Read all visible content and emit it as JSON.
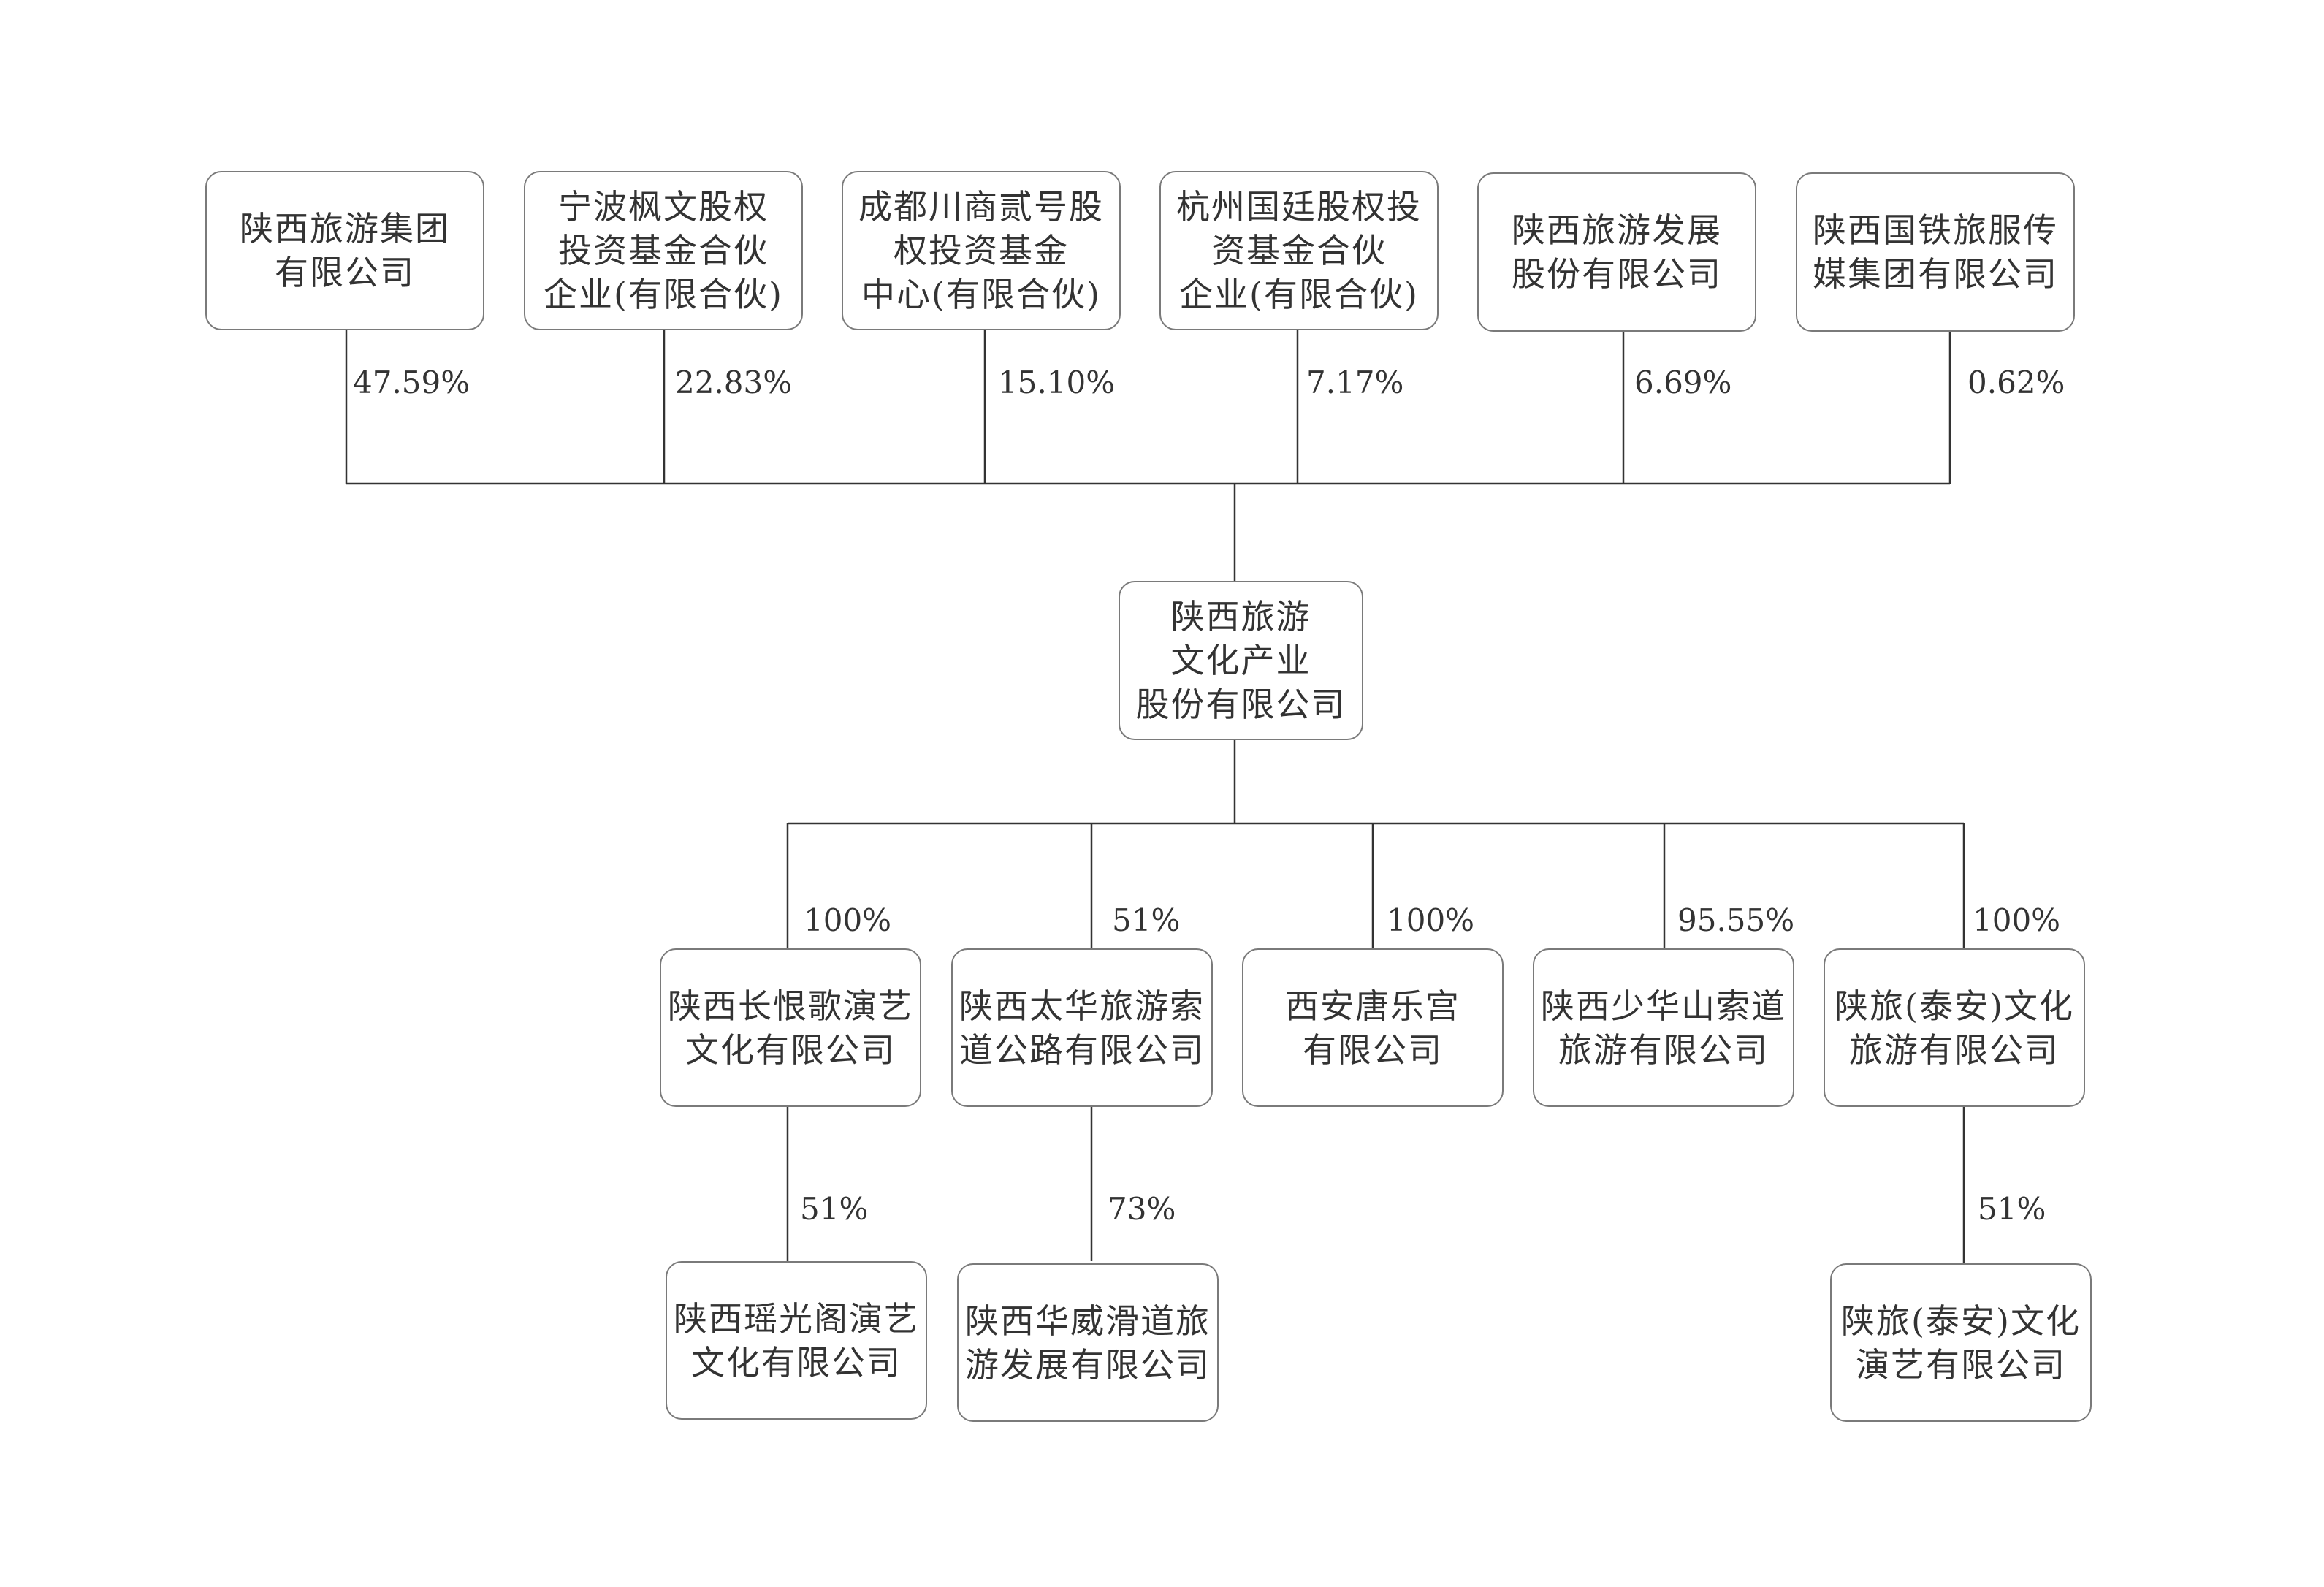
{
  "shareholders": [
    {
      "lines": [
        "陕西旅游集团",
        "有限公司"
      ],
      "share": "47.59%"
    },
    {
      "lines": [
        "宁波枫文股权",
        "投资基金合伙",
        "企业(有限合伙)"
      ],
      "share": "22.83%"
    },
    {
      "lines": [
        "成都川商贰号股",
        "权投资基金",
        "中心(有限合伙)"
      ],
      "share": "15.10%"
    },
    {
      "lines": [
        "杭州国廷股权投",
        "资基金合伙",
        "企业(有限合伙)"
      ],
      "share": "7.17%"
    },
    {
      "lines": [
        "陕西旅游发展",
        "股份有限公司"
      ],
      "share": "6.69%"
    },
    {
      "lines": [
        "陕西国铁旅服传",
        "媒集团有限公司"
      ],
      "share": "0.62%"
    }
  ],
  "center": {
    "lines": [
      "陕西旅游",
      "文化产业",
      "股份有限公司"
    ]
  },
  "subsidiaries": [
    {
      "lines": [
        "陕西长恨歌演艺",
        "文化有限公司"
      ],
      "share": "100%"
    },
    {
      "lines": [
        "陕西太华旅游索",
        "道公路有限公司"
      ],
      "share": "51%"
    },
    {
      "lines": [
        "西安唐乐宫",
        "有限公司"
      ],
      "share": "100%"
    },
    {
      "lines": [
        "陕西少华山索道",
        "旅游有限公司"
      ],
      "share": "95.55%"
    },
    {
      "lines": [
        "陕旅(泰安)文化",
        "旅游有限公司"
      ],
      "share": "100%"
    }
  ],
  "sub_subsidiaries": [
    {
      "lines": [
        "陕西瑶光阁演艺",
        "文化有限公司"
      ],
      "share": "51%"
    },
    {
      "lines": [
        "陕西华威滑道旅",
        "游发展有限公司"
      ],
      "share": "73%"
    },
    {
      "lines": [
        "陕旅(泰安)文化",
        "演艺有限公司"
      ],
      "share": "51%"
    }
  ],
  "colors": {
    "line": "#333333",
    "border": "#7a7a7a",
    "text": "#333333"
  }
}
